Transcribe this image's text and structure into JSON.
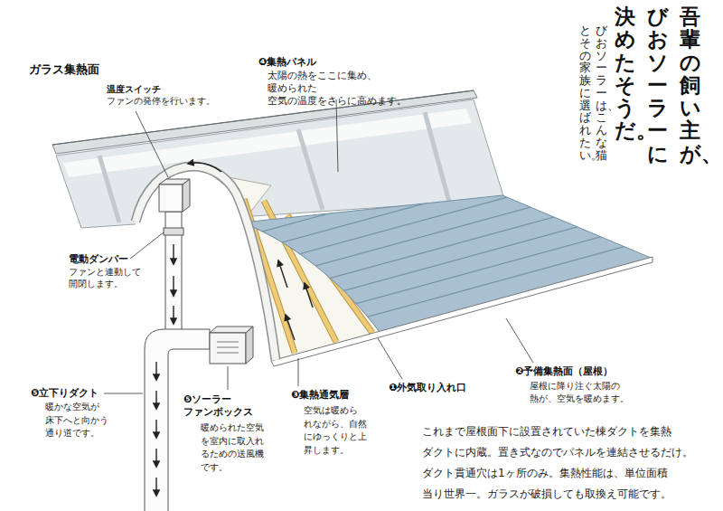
{
  "diagram": {
    "title": "ガラス集熱面",
    "labels": [
      "吾輩の飼い主が、",
      "びおソーラーに",
      "決めたそうだ。",
      "びおソーラーは、こんな猫",
      "とその家族に選ばれたい。",
      "温度スイッチ",
      "ファンの発停を行います。",
      "❹集熱パネル",
      "太陽の熱をここに集め、暖められた 空気の温度をさらに高めます。",
      "電動ダンパー",
      "ファンと連動して 開閉します。",
      "❺立下りダクト",
      "暖かな空気が 床下へと向かう 通り道です。",
      "❺ソーラー ファンボックス",
      "暖められた空気 を室内に取入れ るための送風機 です。",
      "❸集熱通気層",
      "空気は暖めら れながら、自然 にゆっくりと上 昇します。",
      "❶外気取り入れ口",
      "❷予備集熱面（屋根）",
      "屋根に降り注ぐ太陽の 熱が、空気を暖めます。",
      "これまで屋根面下に設置されていた棟ダクトを集熱 ダクトに内蔵。置き式なのでパネルを連結させるだけ。 ダクト貫通穴は1ヶ所のみ。集熱性能は、単位面積 当り世界一。ガラスが破損しても取換え可能です。"
    ]
  }
}
